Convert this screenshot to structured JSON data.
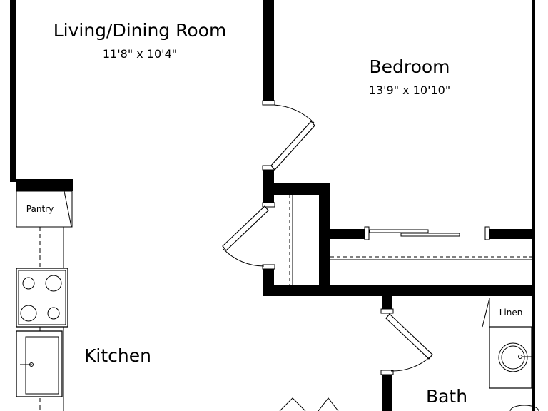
{
  "rooms": {
    "living": {
      "name": "Living/Dining Room",
      "dims": "11'8\" x 10'4\""
    },
    "bedroom": {
      "name": "Bedroom",
      "dims": "13'9\" x 10'10\""
    },
    "kitchen": {
      "name": "Kitchen"
    },
    "bath": {
      "name": "Bath"
    }
  },
  "fixtures": {
    "pantry": "Pantry",
    "linen": "Linen"
  },
  "colors": {
    "wall": "#000000",
    "background": "#ffffff"
  }
}
